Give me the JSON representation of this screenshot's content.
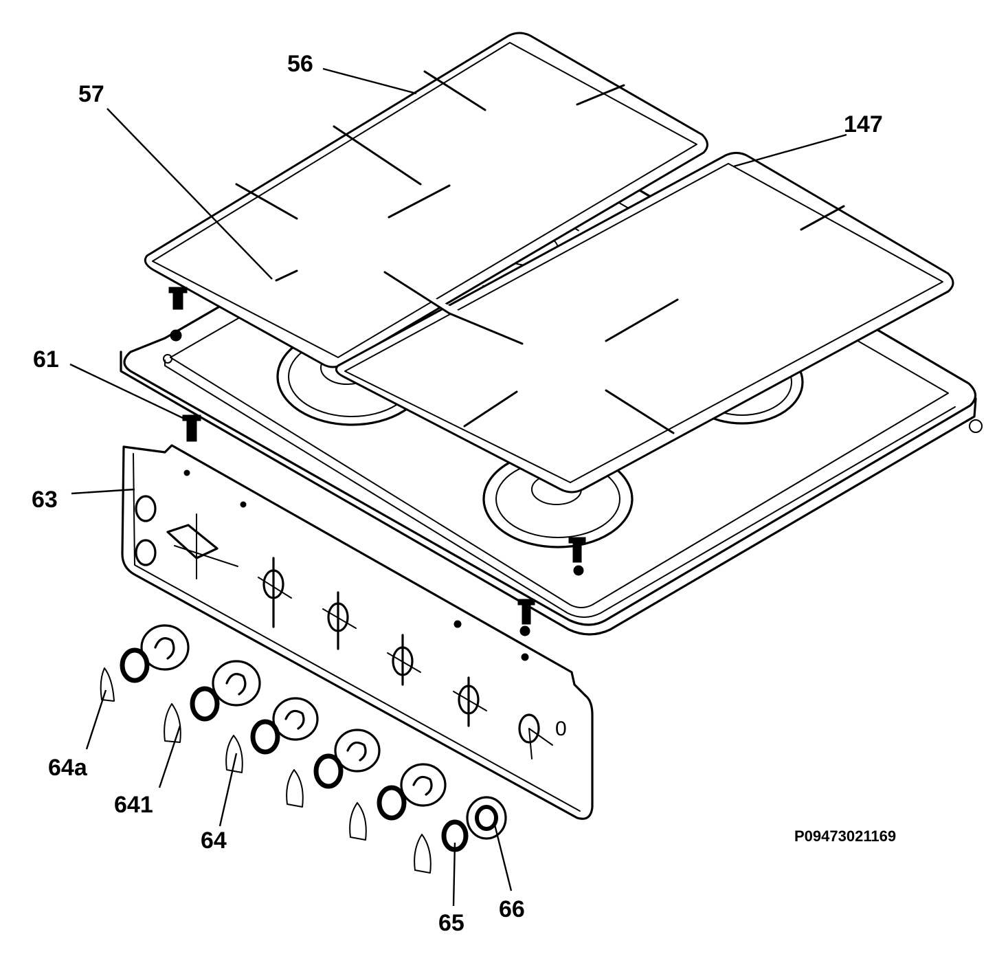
{
  "callouts": {
    "p56": "56",
    "p57": "57",
    "p147": "147",
    "p61": "61",
    "p63": "63",
    "p64a": "64a",
    "p641": "641",
    "p64": "64",
    "p65": "65",
    "p66": "66"
  },
  "drawing_code": "P09473021169",
  "panel_marking": "0"
}
